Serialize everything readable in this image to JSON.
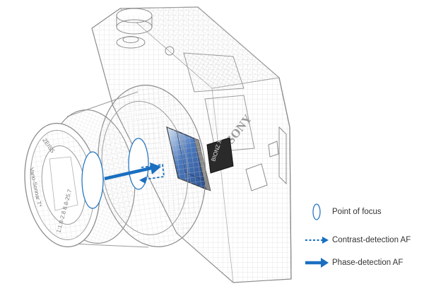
{
  "brand": {
    "body_logo": "SONY",
    "lens_brand": "ZEISS",
    "lens_model": "Vario-Sonnar T*",
    "lens_spec": "1:1.8-2.8 8.8-25.7",
    "sensor_label": "BIONZ X"
  },
  "legend": {
    "items": [
      {
        "label": "Point of focus",
        "icon": "ellipse-outline-icon"
      },
      {
        "label": "Contrast-detection AF",
        "icon": "dashed-arrow-icon"
      },
      {
        "label": "Phase-detection AF",
        "icon": "solid-arrow-icon"
      }
    ]
  },
  "colors": {
    "accent_blue": "#1a6fc0",
    "wireframe": "#9a9a9a",
    "sensor_blue": "#3f6fb5"
  }
}
